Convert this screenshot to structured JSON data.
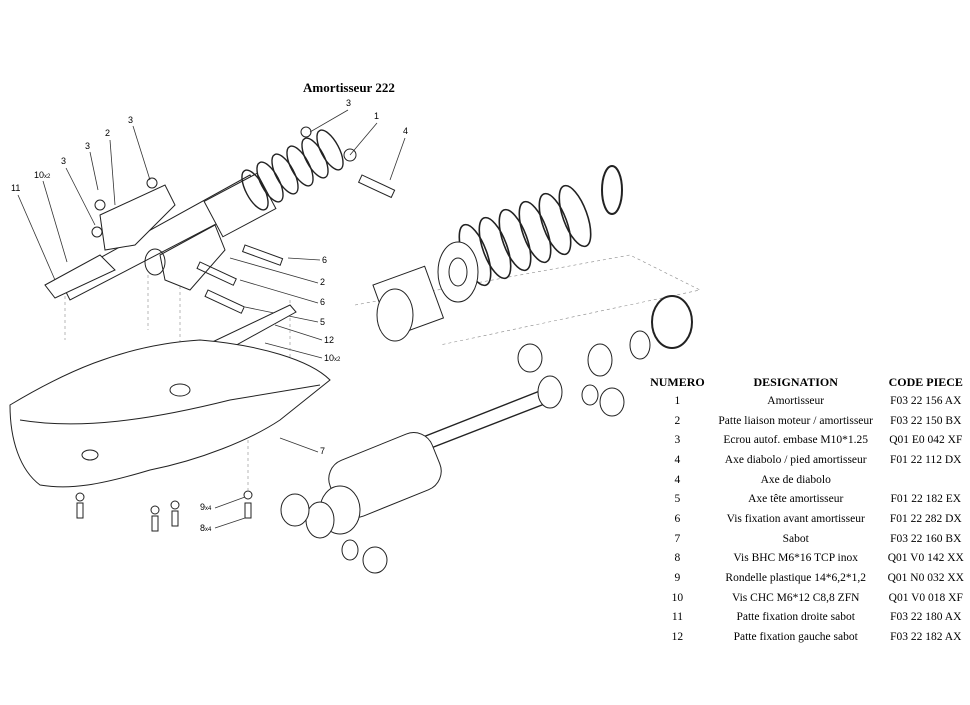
{
  "title": "Amortisseur 222",
  "callouts": [
    {
      "n": "3",
      "s": ""
    },
    {
      "n": "1",
      "s": ""
    },
    {
      "n": "4",
      "s": ""
    },
    {
      "n": "3",
      "s": ""
    },
    {
      "n": "2",
      "s": ""
    },
    {
      "n": "3",
      "s": ""
    },
    {
      "n": "3",
      "s": ""
    },
    {
      "n": "10",
      "s": "x2"
    },
    {
      "n": "11",
      "s": ""
    },
    {
      "n": "6",
      "s": ""
    },
    {
      "n": "2",
      "s": ""
    },
    {
      "n": "6",
      "s": ""
    },
    {
      "n": "5",
      "s": ""
    },
    {
      "n": "12",
      "s": ""
    },
    {
      "n": "10",
      "s": "x2"
    },
    {
      "n": "7",
      "s": ""
    },
    {
      "n": "9",
      "s": "x4"
    },
    {
      "n": "8",
      "s": "x4"
    }
  ],
  "table": {
    "headers": [
      "NUMERO",
      "DESIGNATION",
      "CODE PIECE"
    ],
    "rows": [
      [
        "1",
        "Amortisseur",
        "F03 22 156 AX"
      ],
      [
        "2",
        "Patte liaison moteur / amortisseur",
        "F03 22 150 BX"
      ],
      [
        "3",
        "Ecrou autof. embase M10*1.25",
        "Q01 E0 042 XF"
      ],
      [
        "4",
        "Axe diabolo / pied amortisseur",
        "F01 22 112 DX"
      ],
      [
        "4",
        "Axe de diabolo",
        ""
      ],
      [
        "5",
        "Axe tête amortisseur",
        "F01 22 182 EX"
      ],
      [
        "6",
        "Vis fixation avant amortisseur",
        "F01 22 282 DX"
      ],
      [
        "7",
        "Sabot",
        "F03 22 160 BX"
      ],
      [
        "8",
        "Vis BHC M6*16 TCP inox",
        "Q01 V0 142 XX"
      ],
      [
        "9",
        "Rondelle plastique 14*6,2*1,2",
        "Q01 N0 032 XX"
      ],
      [
        "10",
        "Vis CHC M6*12 C8,8 ZFN",
        "Q01 V0 018 XF"
      ],
      [
        "11",
        "Patte fixation droite sabot",
        "F03 22 180 AX"
      ],
      [
        "12",
        "Patte fixation gauche sabot",
        "F03 22 182 AX"
      ]
    ]
  }
}
